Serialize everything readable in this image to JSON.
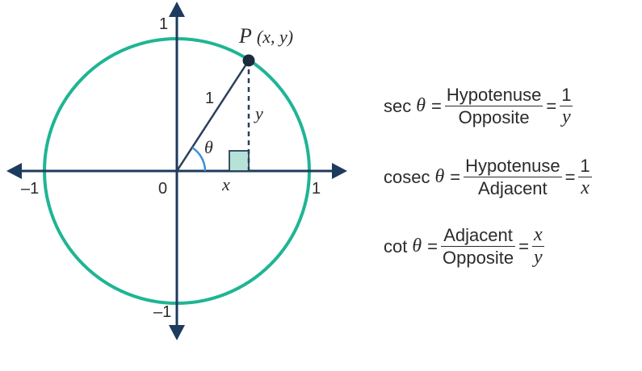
{
  "diagram": {
    "point_label_letter": "P",
    "point_label_coords": "(x, y)",
    "radius_label": "1",
    "vertical_leg_label": "y",
    "horizontal_leg_label": "x",
    "angle_label": "θ",
    "origin_label": "0",
    "x_pos_label": "1",
    "x_neg_label": "–1",
    "y_pos_label": "1",
    "y_neg_label": "–1",
    "colors": {
      "circle": "#1fb594",
      "axis": "#1c3b5e",
      "angle_arc": "#3d8fd6",
      "right_angle_fill": "#b7e2d7",
      "line": "#2b3f5c"
    }
  },
  "formulas": [
    {
      "fn": "sec",
      "theta": "θ",
      "num": "Hypotenuse",
      "den": "Opposite",
      "res_num": "1",
      "res_den": "y"
    },
    {
      "fn": "cosec",
      "theta": "θ",
      "num": "Hypotenuse",
      "den": "Adjacent",
      "res_num": "1",
      "res_den": "x"
    },
    {
      "fn": "cot",
      "theta": "θ",
      "num": "Adjacent",
      "den": "Opposite",
      "res_num": "x",
      "res_den": "y"
    }
  ],
  "equals_sign": "="
}
